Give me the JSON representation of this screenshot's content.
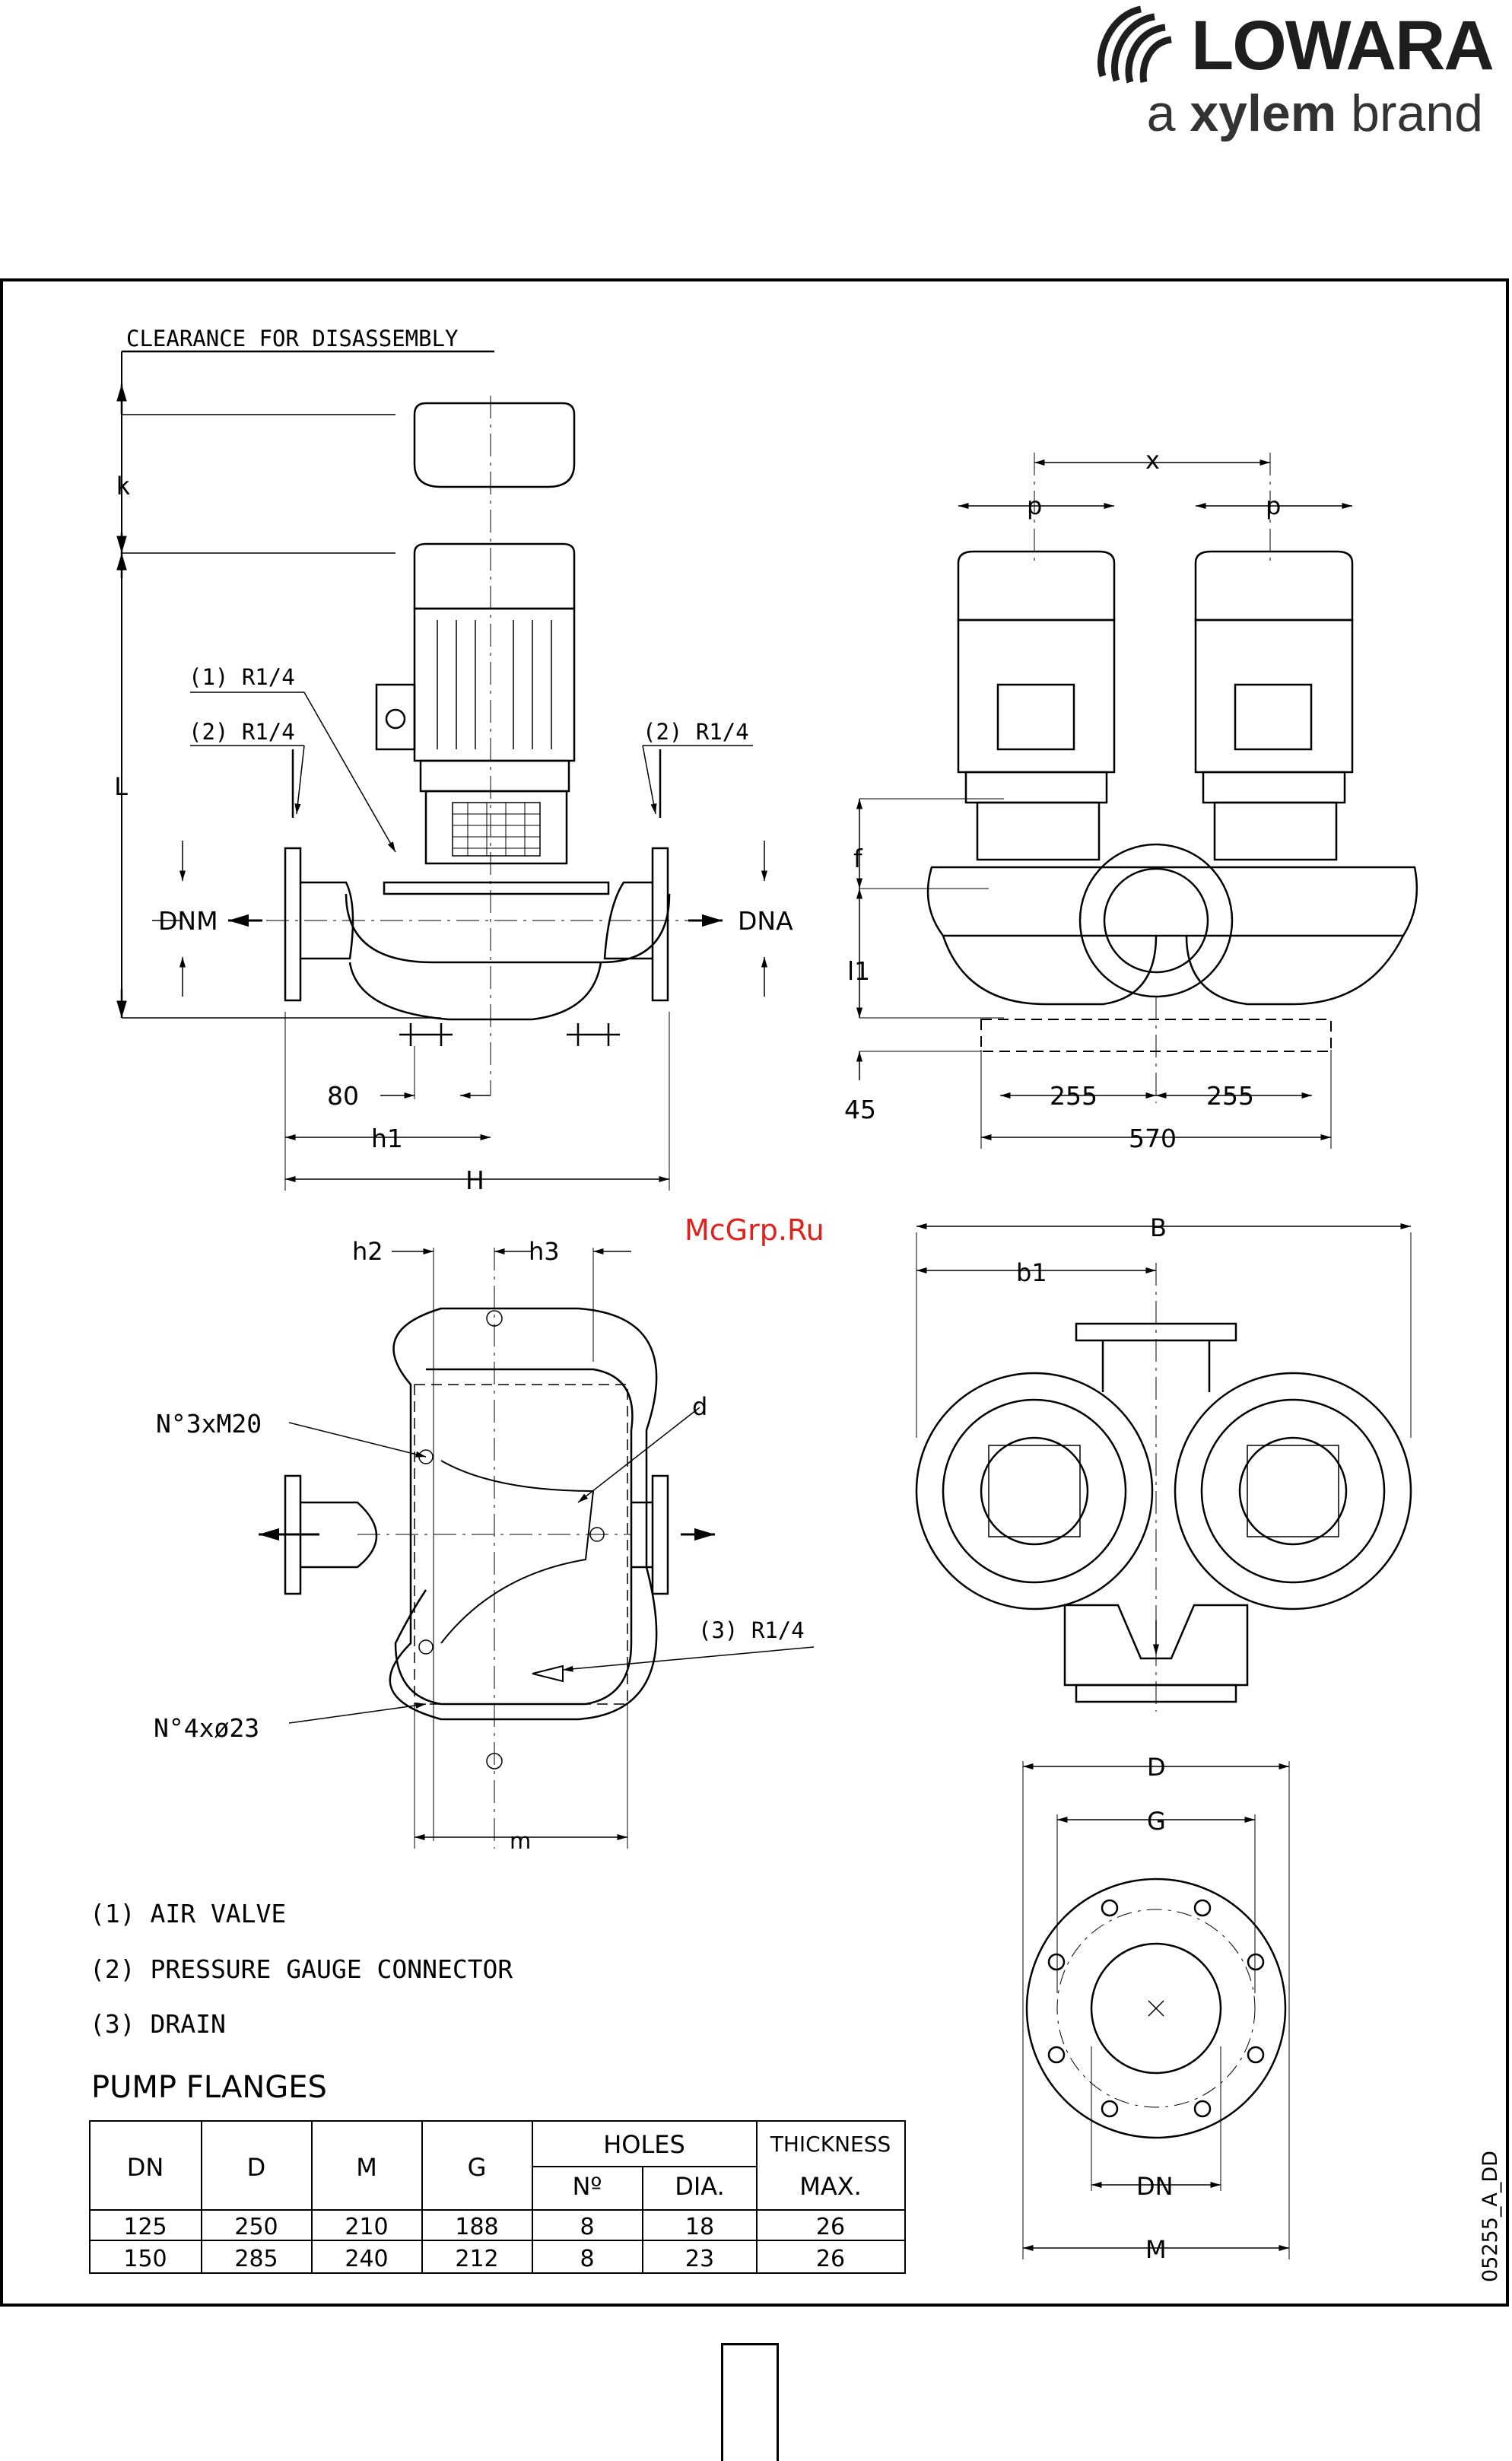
{
  "header": {
    "logo_text": "LOWARA",
    "brand_prefix": "a",
    "brand_name": "xylem",
    "brand_suffix": "brand"
  },
  "side_view": {
    "clearance_label": "CLEARANCE FOR DISASSEMBLY",
    "dim_k": "k",
    "dim_L": "L",
    "air_valve_label": "(1) R1/4",
    "gauge_left_label": "(2) R1/4",
    "gauge_right_label": "(2) R1/4",
    "outlet_label": "DNM",
    "inlet_label": "DNA",
    "dim_80": "80",
    "dim_h1": "h1",
    "dim_H": "H"
  },
  "front_view": {
    "dim_x": "x",
    "dim_p_left": "p",
    "dim_p_right": "p",
    "dim_f": "f",
    "dim_l1": "l1",
    "dim_45": "45",
    "dim_255_left": "255",
    "dim_255_right": "255",
    "dim_570": "570"
  },
  "plan_view": {
    "dim_h2": "h2",
    "dim_h3": "h3",
    "bolts_label": "N°3xM20",
    "dim_d": "d",
    "drain_label": "(3) R1/4",
    "holes_label": "N°4xø23",
    "dim_m": "m"
  },
  "top_view": {
    "dim_B": "B",
    "dim_b1": "b1"
  },
  "flange_view": {
    "dim_D": "D",
    "dim_G": "G",
    "dim_DN": "DN",
    "dim_M": "M"
  },
  "legend": [
    "(1) AIR VALVE",
    "(2) PRESSURE GAUGE CONNECTOR",
    "(3) DRAIN"
  ],
  "flange_table": {
    "title": "PUMP FLANGES",
    "headers": {
      "dn": "DN",
      "d": "D",
      "m": "M",
      "g": "G",
      "holes": "HOLES",
      "holes_no": "Nº",
      "holes_dia": "DIA.",
      "thickness": "THICKNESS",
      "thickness_max": "MAX."
    },
    "rows": [
      [
        "125",
        "250",
        "210",
        "188",
        "8",
        "18",
        "26"
      ],
      [
        "150",
        "285",
        "240",
        "212",
        "8",
        "23",
        "26"
      ]
    ]
  },
  "drawing_code": "05255_A_DD",
  "watermark": "McGrp.Ru",
  "colors": {
    "line": "#000000",
    "watermark": "#e0201a",
    "logo": "#1e1e1e"
  }
}
